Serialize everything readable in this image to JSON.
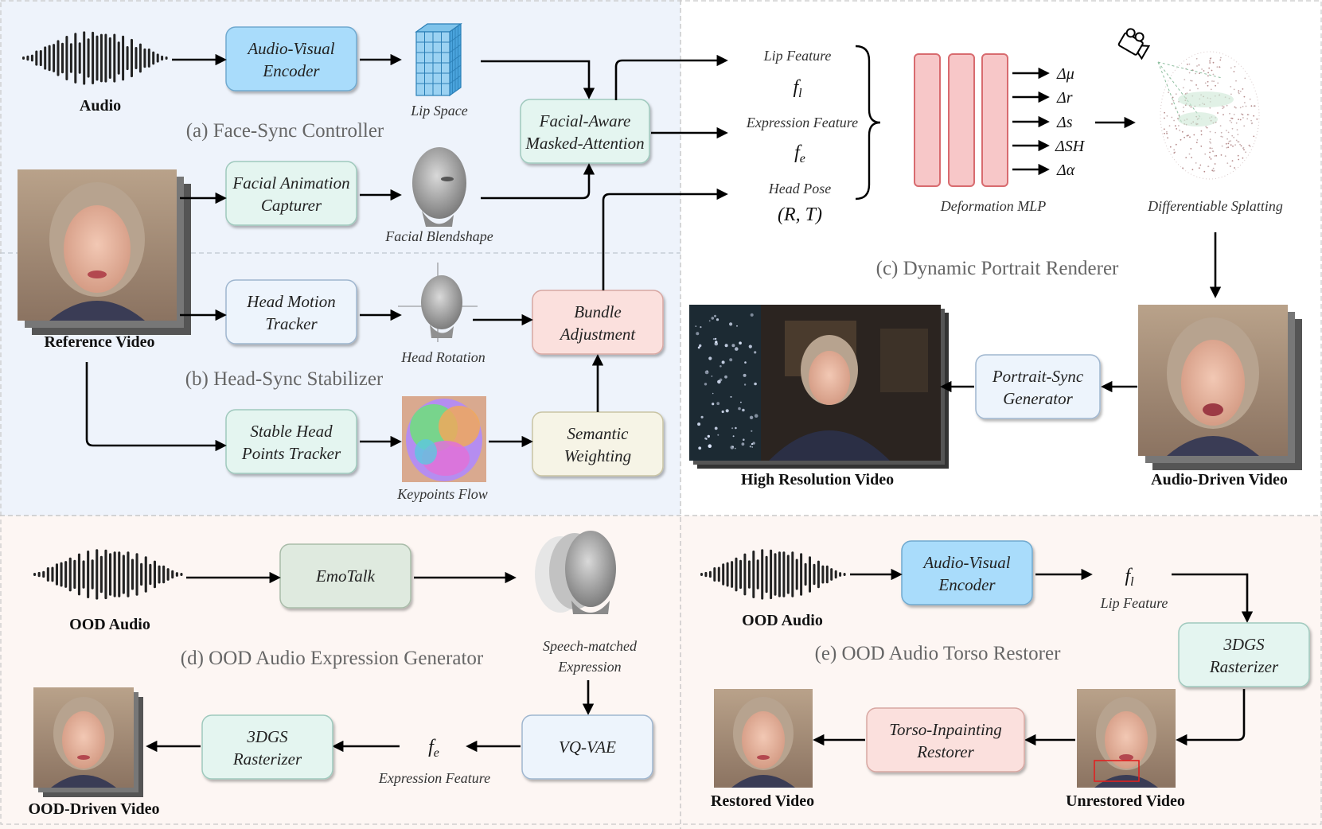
{
  "sections": {
    "a": "(a) Face-Sync Controller",
    "b": "(b) Head-Sync Stabilizer",
    "c": "(c) Dynamic Portrait Renderer",
    "d": "(d) OOD Audio Expression Generator",
    "e": "(e) OOD Audio Torso Restorer"
  },
  "boxes": {
    "av_encoder": [
      "Audio-Visual",
      "Encoder"
    ],
    "facial_capturer": [
      "Facial Animation",
      "Capturer"
    ],
    "head_tracker": [
      "Head Motion",
      "Tracker"
    ],
    "stable_tracker": [
      "Stable Head",
      "Points Tracker"
    ],
    "masked_attention": [
      "Facial-Aware",
      "Masked-Attention"
    ],
    "bundle": [
      "Bundle",
      "Adjustment"
    ],
    "semantic": [
      "Semantic",
      "Weighting"
    ],
    "portrait_sync": [
      "Portrait-Sync",
      "Generator"
    ],
    "emotalk": [
      "EmoTalk"
    ],
    "vqvae": [
      "VQ-VAE"
    ],
    "rasterizer_d": [
      "3DGS",
      "Rasterizer"
    ],
    "av_encoder_e": [
      "Audio-Visual",
      "Encoder"
    ],
    "rasterizer_e": [
      "3DGS",
      "Rasterizer"
    ],
    "torso_restorer": [
      "Torso-Inpainting",
      "Restorer"
    ]
  },
  "captions": {
    "audio": "Audio",
    "reference_video": "Reference Video",
    "lip_space": "Lip Space",
    "facial_blendshape": "Facial Blendshape",
    "head_rotation": "Head Rotation",
    "keypoints_flow": "Keypoints Flow",
    "lip_feature": "Lip Feature",
    "expression_feature": "Expression Feature",
    "head_pose": "Head Pose",
    "deformation_mlp": "Deformation MLP",
    "differentiable_splatting": "Differentiable Splatting",
    "high_res_video": "High Resolution Video",
    "audio_driven_video": "Audio-Driven Video",
    "ood_audio_d": "OOD Audio",
    "speech_matched": [
      "Speech-matched",
      "Expression"
    ],
    "expression_feature_d": "Expression Feature",
    "ood_driven_video": "OOD-Driven Video",
    "ood_audio_e": "OOD Audio",
    "lip_feature_e": "Lip Feature",
    "restored_video": "Restored Video",
    "unrestored_video": "Unrestored Video"
  },
  "math": {
    "f_l": "f",
    "f_l_sub": "l",
    "f_e": "f",
    "f_e_sub": "e",
    "head_pose": "(R, T)",
    "deltas": [
      "Δμ",
      "Δr",
      "Δs",
      "ΔSH",
      "Δα"
    ]
  },
  "colors": {
    "panel_blue": "#eef3fb",
    "panel_pink": "#fdf6f3",
    "box_blue": "#a9dcfb",
    "box_green": "#e4f5f0",
    "box_lightblue": "#edf4fc",
    "box_pink": "#fbe0dd",
    "box_cream": "#f6f4e6",
    "box_sage": "#dfeadf",
    "mlp_fill": "#f7c7c8",
    "mlp_stroke": "#d86b6f"
  }
}
